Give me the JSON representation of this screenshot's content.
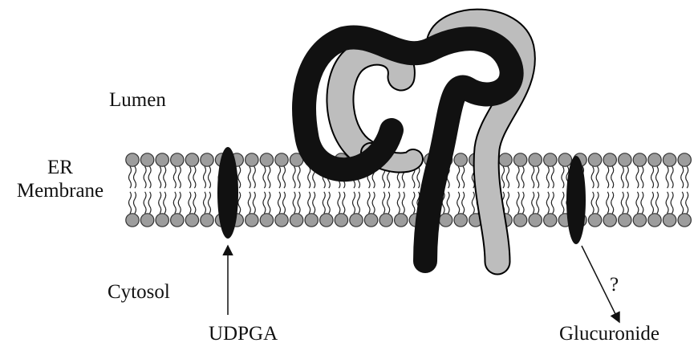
{
  "compartments": {
    "lumen": "Lumen",
    "membrane_line1": "ER",
    "membrane_line2": "Membrane",
    "cytosol": "Cytosol"
  },
  "substrate": {
    "label": "UDPGA"
  },
  "product": {
    "label": "Glucuronide",
    "question_mark": "?"
  },
  "colors": {
    "lipid_head": "#9d9d9d",
    "protein_dark": "#111111",
    "protein_light": "#bdbdbd",
    "transporter": "#111111",
    "outline": "#000000"
  }
}
